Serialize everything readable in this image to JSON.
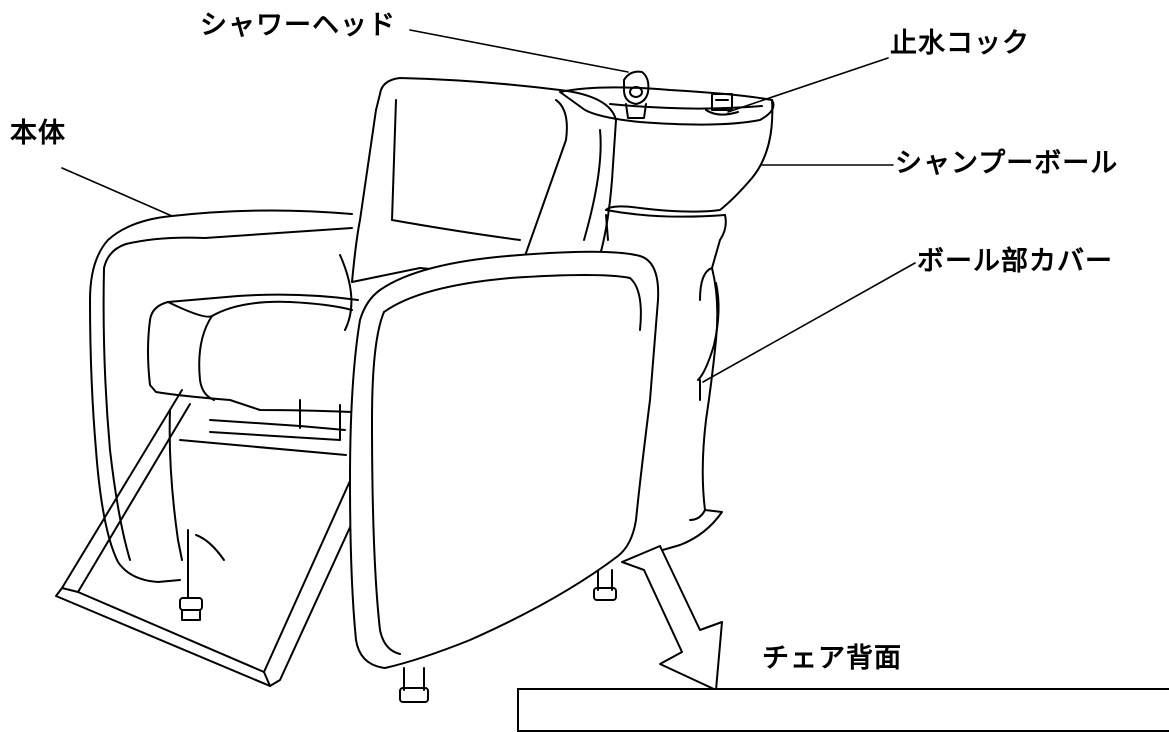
{
  "labels": {
    "shower_head": "シャワーヘッド",
    "stop_cock": "止水コック",
    "main_body": "本体",
    "shampoo_bowl": "シャンプーボール",
    "bowl_cover": "ボール部カバー",
    "chair_back": "チェア背面"
  },
  "colors": {
    "line": "#000000",
    "background": "#ffffff"
  }
}
